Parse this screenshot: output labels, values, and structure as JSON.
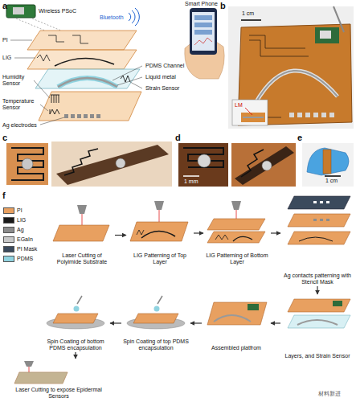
{
  "diagram": {
    "nodes": [
      {
        "text": [
          "Laser Cutting of Polyimide Substrate"
        ]
      },
      {
        "text": [
          "LIG Patterning of Top Layer"
        ]
      },
      {
        "text": [
          "LIG Patterning of Bottom Layer"
        ]
      },
      {
        "text": [
          "Ag contacts patterning with Stencil Mask"
        ]
      },
      {
        "text": [
          "Layers, and Strain Sensor"
        ]
      },
      {
        "text": [
          "Assembled platfrom"
        ]
      },
      {
        "text": [
          "Spin Coating of top PDMS encapsulation"
        ]
      },
      {
        "text": [
          "Spin Coating of bottom PDMS encapsulation"
        ]
      },
      {
        "text": [
          "Laser Cutting to expose Epidermal Sensors"
        ]
      }
    ],
    "edges": [
      {
        "from": 0,
        "to": 1,
        "arrow": "to"
      },
      {
        "from": 1,
        "to": 2,
        "arrow": "to"
      },
      {
        "from": 2,
        "to": 3,
        "arrow": "to"
      },
      {
        "from": 3,
        "to": 4,
        "arrow": "to"
      },
      {
        "from": 4,
        "to": 5,
        "arrow": "to"
      },
      {
        "from": 5,
        "to": 6,
        "arrow": "to"
      },
      {
        "from": 6,
        "to": 7,
        "arrow": "to"
      },
      {
        "from": 7,
        "to": 8,
        "arrow": "to"
      }
    ],
    "labels": [
      "a",
      "Wireless PSoC",
      "Bluetooth",
      "Smart Phone",
      "PI",
      "LIG",
      "PDMS Channel",
      "Liquid metal",
      "Strain Sensor",
      "Humidity Sensor",
      "Temperature Sensor",
      "Ag electrodes",
      "b",
      "1 cm",
      "LM",
      "c",
      "d",
      "1 mm",
      "e",
      "1 cm",
      "f",
      "材料新进"
    ],
    "legend": [
      {
        "text": "PI",
        "color": "#e8a060"
      },
      {
        "text": "LIG",
        "color": "#1a1a1a"
      },
      {
        "text": "Ag",
        "color": "#8c8c8c"
      },
      {
        "text": "EGaIn",
        "color": "#c8c8c8"
      },
      {
        "text": "PI Mask",
        "color": "#3b4a5c"
      },
      {
        "text": "PDMS",
        "color": "#8fd3e0"
      }
    ]
  }
}
